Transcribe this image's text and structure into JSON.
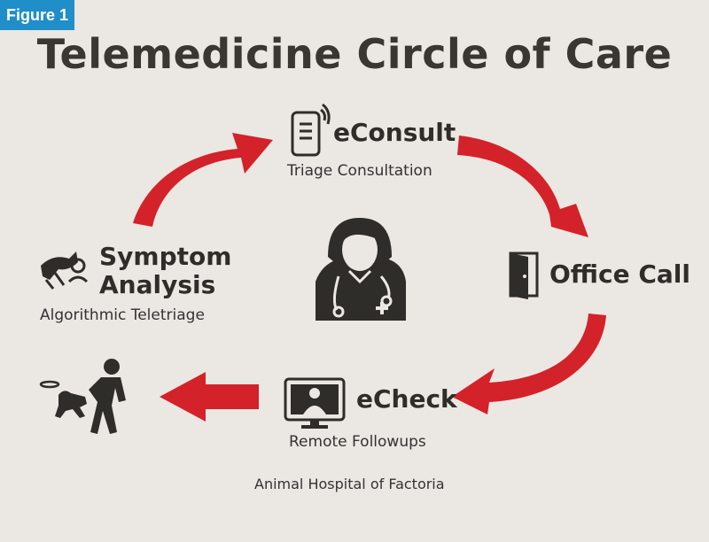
{
  "badge": "Figure 1",
  "title": "Telemedicine Circle of Care",
  "nodes": {
    "econsult": {
      "title": "eConsult",
      "subtitle": "Triage Consultation",
      "icon": "smartphone-icon"
    },
    "office_call": {
      "title": "Office Call",
      "icon": "door-icon"
    },
    "echeck": {
      "title": "eCheck",
      "subtitle": "Remote Followups",
      "icon": "monitor-icon"
    },
    "symptom": {
      "title_line1": "Symptom",
      "title_line2": "Analysis",
      "subtitle": "Algorithmic Teletriage",
      "icon": "dog-jumping-icon"
    },
    "outcome": {
      "icon": "person-playing-with-dog-icon"
    },
    "center": {
      "icon": "doctor-icon"
    }
  },
  "footer": "Animal Hospital of Factoria",
  "colors": {
    "arrow": "#d3222a",
    "icon": "#2f2d2a",
    "badge": "#1f8ec9",
    "background": "#ebe7e2"
  }
}
